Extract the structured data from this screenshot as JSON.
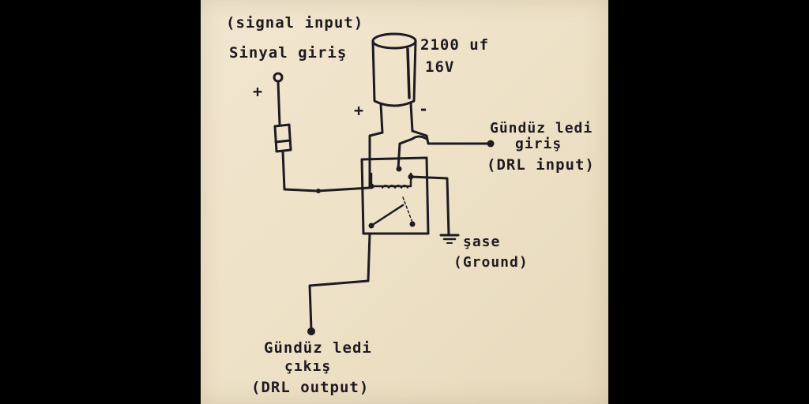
{
  "labels": {
    "signal_en": "(signal input)",
    "signal_tr": "Sinyal giriş",
    "capacitor_value": "2100 uf",
    "capacitor_voltage": "16V",
    "plus_signal": "+",
    "plus_cap": "+",
    "minus_cap": "-",
    "drl_in_tr_1": "Gündüz ledi",
    "drl_in_tr_2": "giriş",
    "drl_in_en": "(DRL input)",
    "ground_tr": "şase",
    "ground_en": "(Ground)",
    "drl_out_tr_1": "Gündüz ledi",
    "drl_out_tr_2": "çıkış",
    "drl_out_en": "(DRL output)"
  },
  "colors": {
    "background": "#000000",
    "paper": "#efe4cb",
    "ink": "#1e1a22"
  }
}
